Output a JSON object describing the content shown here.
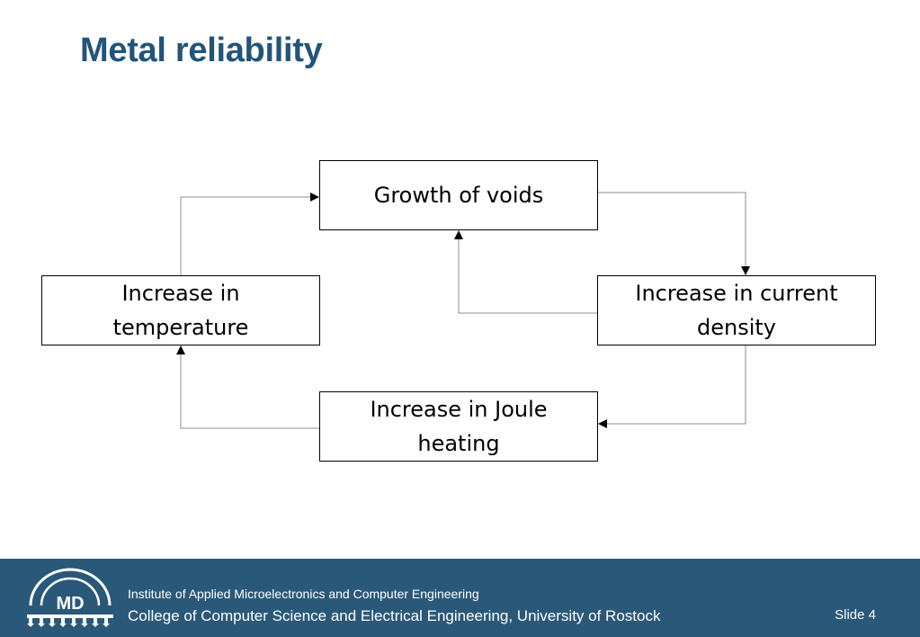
{
  "slide": {
    "title": "Metal reliability"
  },
  "diagram": {
    "nodes": [
      {
        "id": "voids",
        "lines": [
          "Growth of voids"
        ]
      },
      {
        "id": "temperature",
        "lines": [
          "Increase in",
          "temperature"
        ]
      },
      {
        "id": "current",
        "lines": [
          "Increase in current",
          "density"
        ]
      },
      {
        "id": "joule",
        "lines": [
          "Increase in Joule",
          "heating"
        ]
      }
    ],
    "edges": [
      {
        "from": "voids",
        "to": "current"
      },
      {
        "from": "current",
        "to": "voids"
      },
      {
        "from": "current",
        "to": "joule"
      },
      {
        "from": "joule",
        "to": "temperature"
      },
      {
        "from": "temperature",
        "to": "voids"
      }
    ],
    "colors": {
      "box_border": "#000000",
      "connector": "#8c8c8c",
      "arrowhead": "#000000"
    }
  },
  "footer": {
    "logo_text": "MD",
    "institute": "Institute of Applied Microelectronics and Computer Engineering",
    "college": "College of Computer Science and Electrical Engineering, University of Rostock",
    "slide_label": "Slide 4",
    "background": "#2a5879",
    "title_color": "#235479"
  }
}
